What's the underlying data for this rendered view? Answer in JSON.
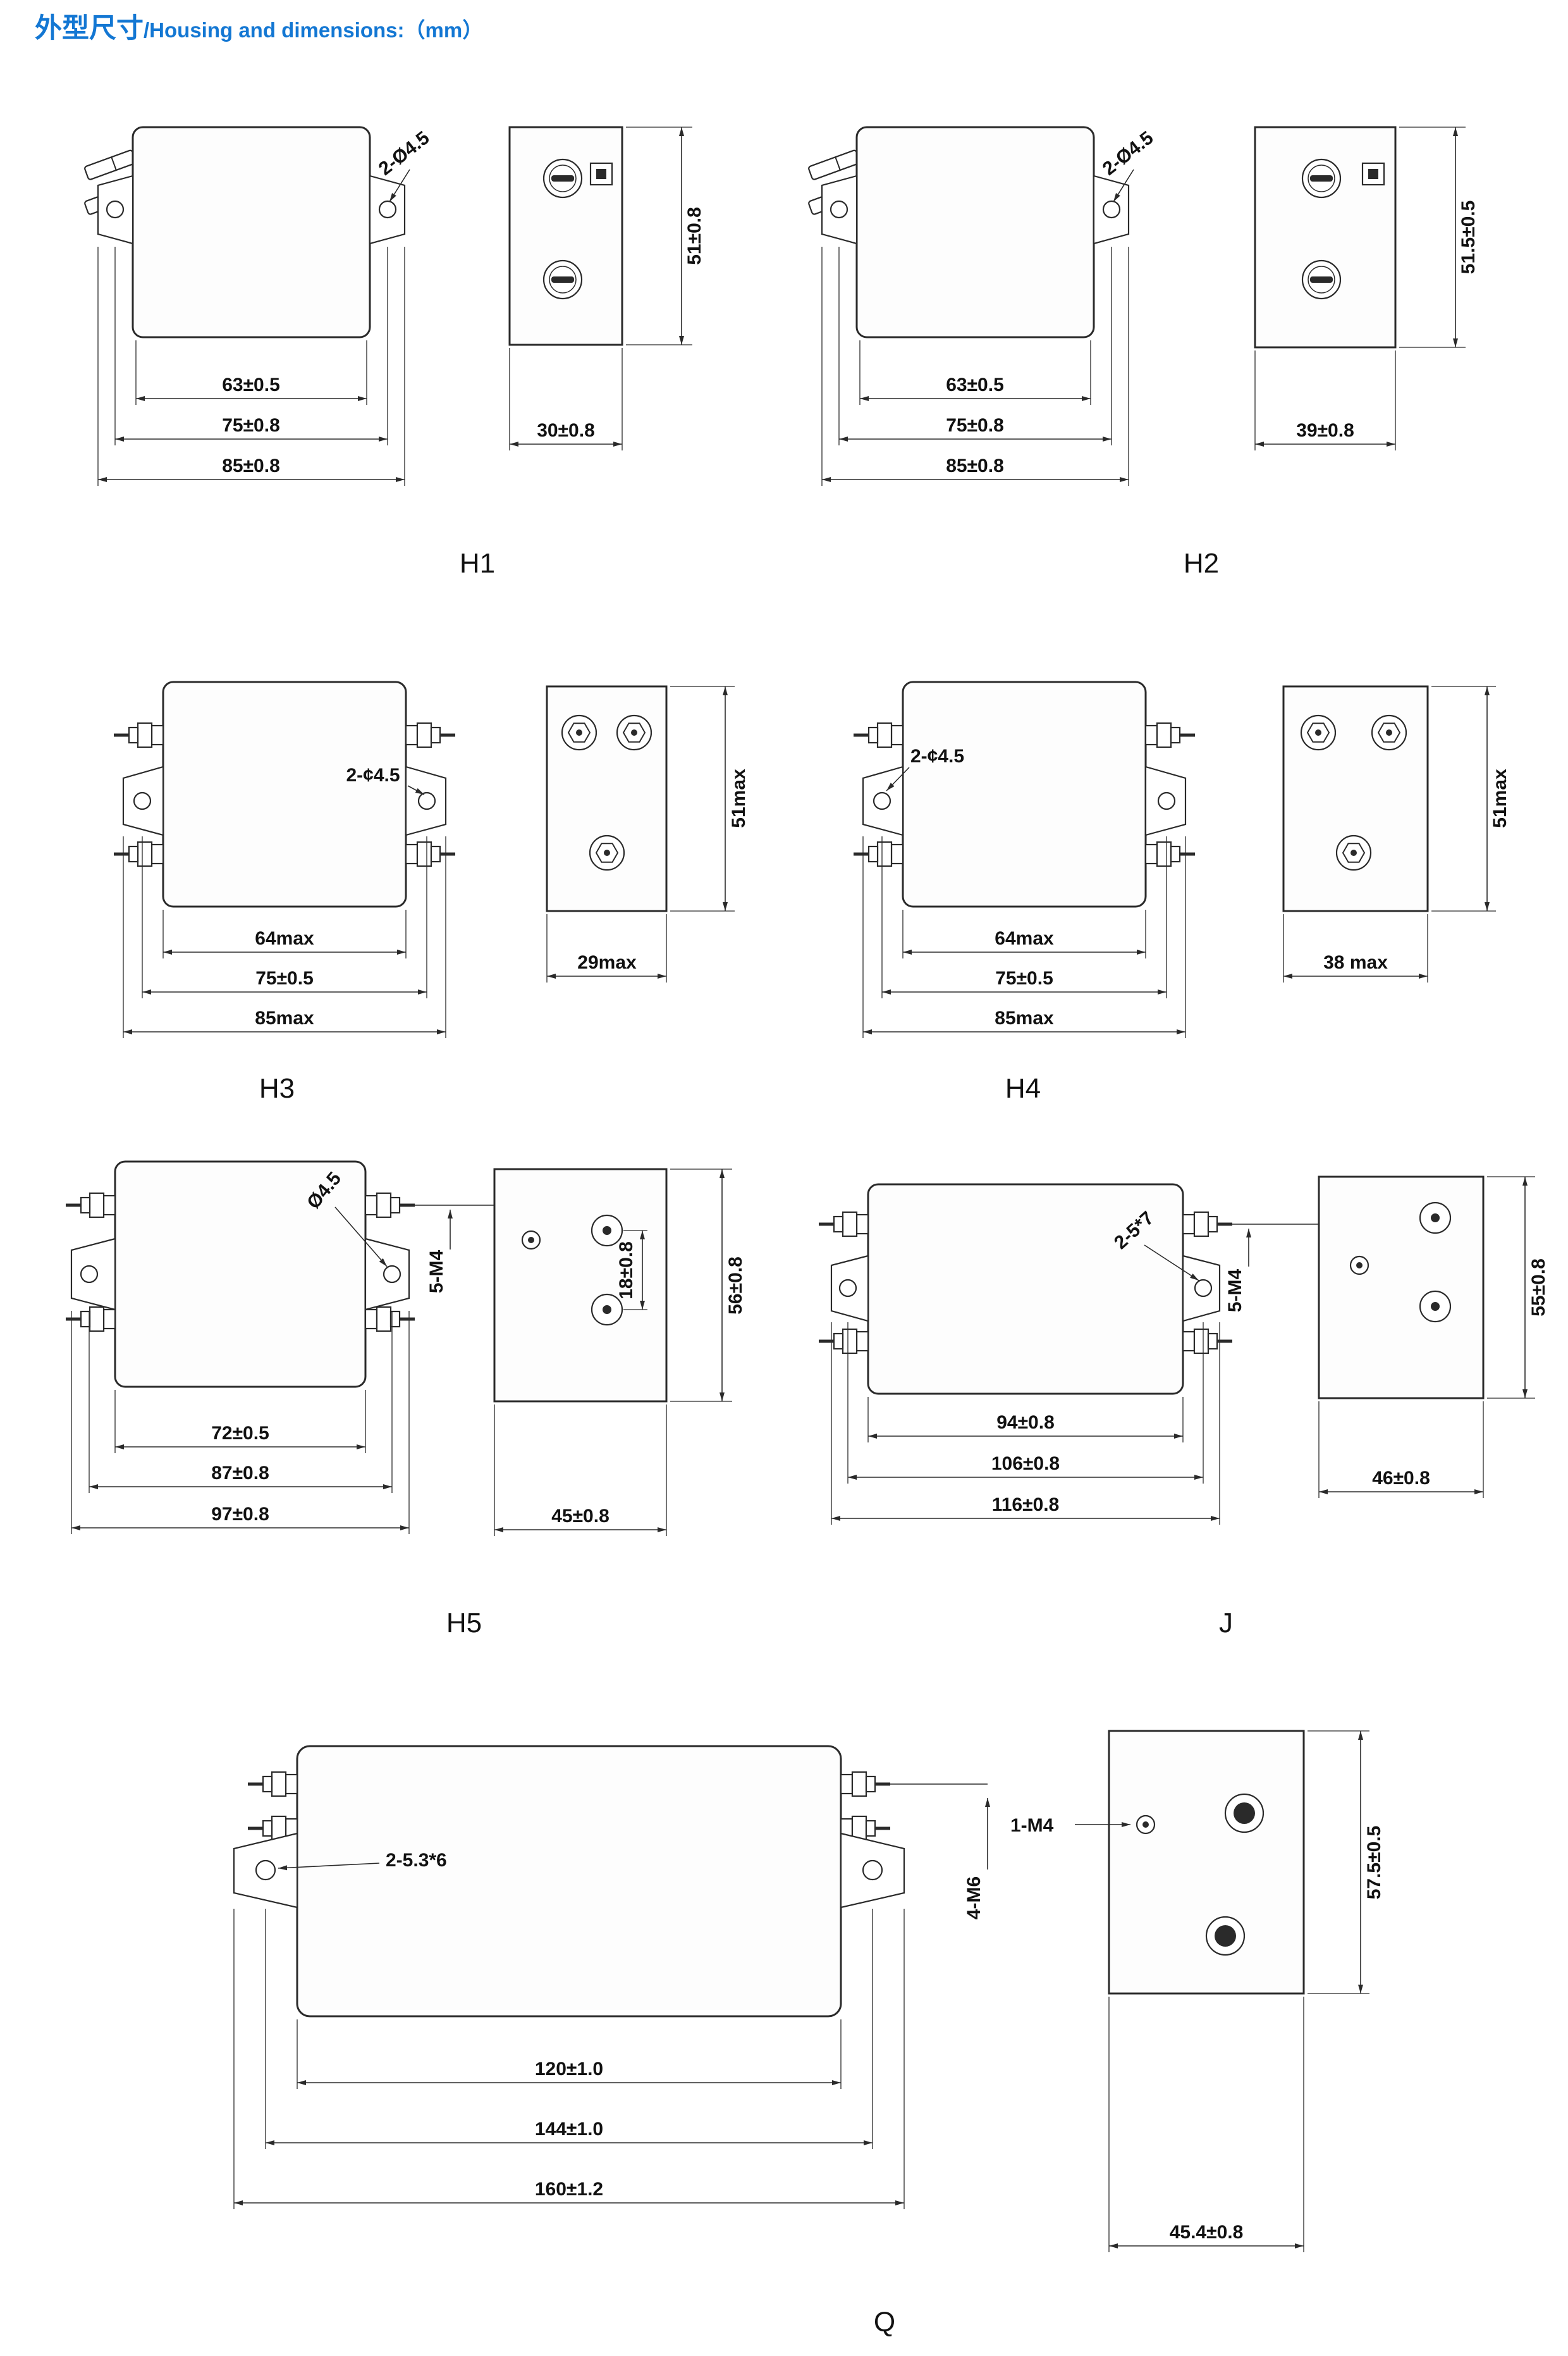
{
  "page": {
    "title_cn": "外型尺寸",
    "title_en": "/Housing and dimensions:（mm）",
    "accent_color": "#1377d3",
    "line_color": "#2a2a2a"
  },
  "figures": {
    "h1": {
      "label": "H1",
      "callout": "2-Ø4.5",
      "dim_inner": "63±0.5",
      "dim_mid": "75±0.8",
      "dim_outer": "85±0.8",
      "side_width": "30±0.8",
      "side_height": "51±0.8"
    },
    "h2": {
      "label": "H2",
      "callout": "2-Ø4.5",
      "dim_inner": "63±0.5",
      "dim_mid": "75±0.8",
      "dim_outer": "85±0.8",
      "side_width": "39±0.8",
      "side_height": "51.5±0.5"
    },
    "h3": {
      "label": "H3",
      "callout": "2-¢4.5",
      "dim_inner": "64max",
      "dim_mid": "75±0.5",
      "dim_outer": "85max",
      "side_width": "29max",
      "side_height": "51max"
    },
    "h4": {
      "label": "H4",
      "callout": "2-¢4.5",
      "dim_inner": "64max",
      "dim_mid": "75±0.5",
      "dim_outer": "85max",
      "side_width": "38 max",
      "side_height": "51max"
    },
    "h5": {
      "label": "H5",
      "callout": "Ø4.5",
      "thread": "5-M4",
      "dim_inner": "72±0.5",
      "dim_mid": "87±0.8",
      "dim_outer": "97±0.8",
      "side_width": "45±0.8",
      "side_height": "56±0.8",
      "side_spacing": "18±0.8"
    },
    "j": {
      "label": "J",
      "callout": "2-5*7",
      "thread": "5-M4",
      "dim_inner": "94±0.8",
      "dim_mid": "106±0.8",
      "dim_outer": "116±0.8",
      "side_width": "46±0.8",
      "side_height": "55±0.8"
    },
    "q": {
      "label": "Q",
      "callout": "2-5.3*6",
      "thread": "4-M6",
      "side_thread": "1-M4",
      "dim_inner": "120±1.0",
      "dim_mid": "144±1.0",
      "dim_outer": "160±1.2",
      "side_width": "45.4±0.8",
      "side_height": "57.5±0.5"
    }
  }
}
